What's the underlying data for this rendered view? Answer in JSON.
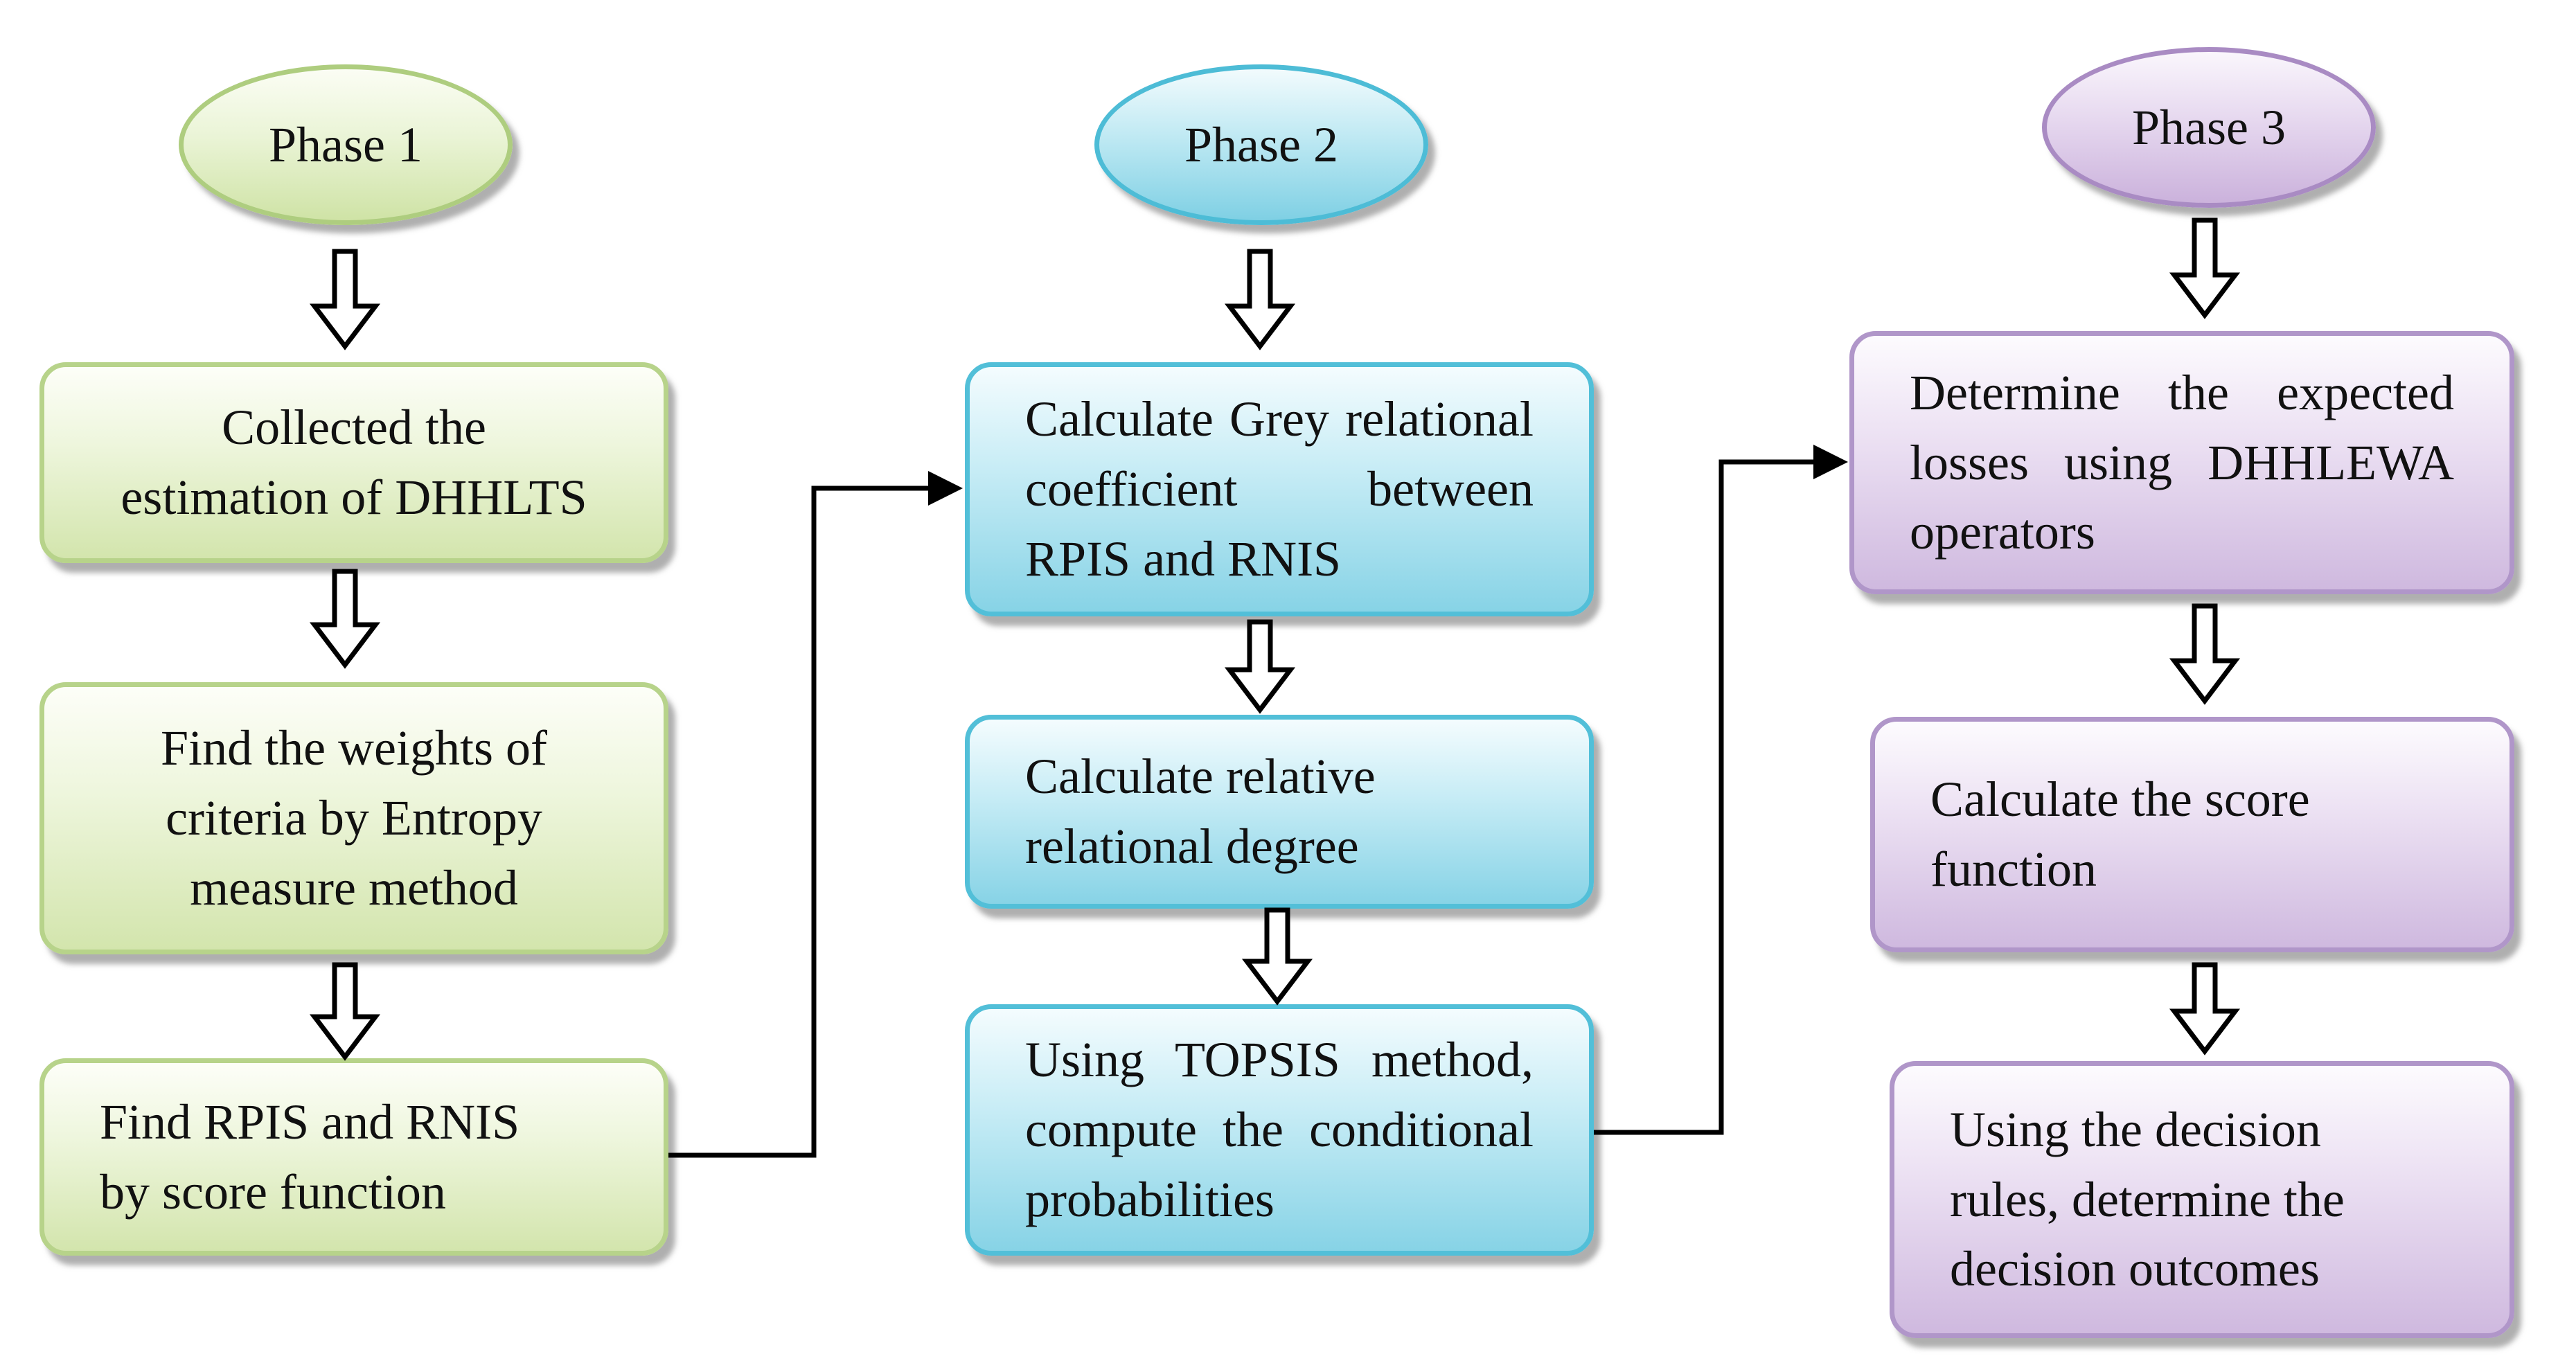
{
  "phases": [
    {
      "label": "Phase 1",
      "steps": [
        "Collected the\nestimation of DHHLTS",
        "Find the weights of\ncriteria by Entropy\nmeasure method",
        "Find RPIS and RNIS\nby score function"
      ]
    },
    {
      "label": "Phase 2",
      "steps": [
        "Calculate Grey relational coefficient between RPIS and RNIS",
        "Calculate relative\nrelational degree",
        "Using TOPSIS method, compute the conditional probabilities"
      ]
    },
    {
      "label": "Phase 3",
      "steps": [
        "Determine the expected losses using DHHLEWA operators",
        "Calculate the score\nfunction",
        "Using the decision\nrules, determine the\ndecision outcomes"
      ]
    }
  ],
  "colors": {
    "phase1": "#aecd7f",
    "phase2": "#4dbcd6",
    "phase3": "#a98bc3",
    "connector": "#000000"
  }
}
